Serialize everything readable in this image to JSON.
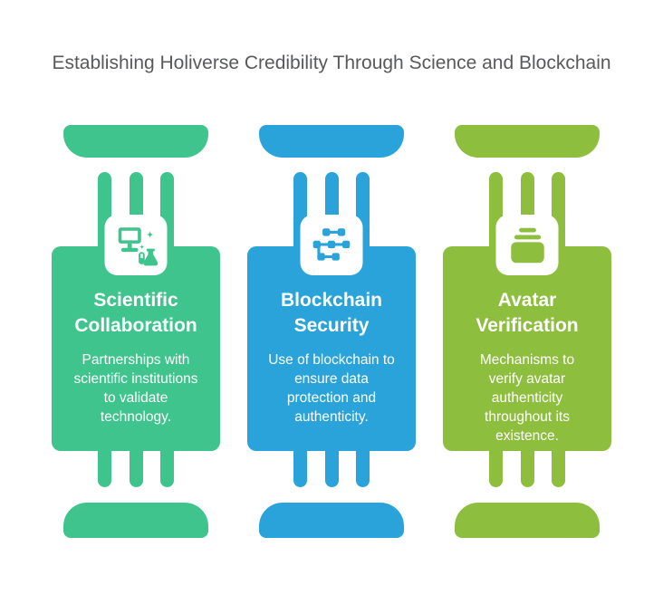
{
  "title": "Establishing Holiverse Credibility Through Science and Blockchain",
  "colors": {
    "background": "#FFFFFF",
    "title_text": "#58595B",
    "card_text": "#FFFFFF",
    "green": "#3EC48C",
    "blue": "#29A3DA",
    "olive": "#8DBE3E"
  },
  "cards": [
    {
      "id": "scientific-collaboration",
      "color": "#3EC48C",
      "icon": "lab-computer-icon",
      "heading": "Scientific\nCollaboration",
      "body": "Partnerships with\nscientific institutions\nto validate\ntechnology."
    },
    {
      "id": "blockchain-security",
      "color": "#29A3DA",
      "icon": "blockchain-nodes-icon",
      "heading": "Blockchain\nSecurity",
      "body": "Use of blockchain to\nensure data\nprotection and\nauthenticity."
    },
    {
      "id": "avatar-verification",
      "color": "#8DBE3E",
      "icon": "card-stack-icon",
      "heading": "Avatar\nVerification",
      "body": "Mechanisms to\nverify avatar\nauthenticity\nthroughout its\nexistence."
    }
  ]
}
